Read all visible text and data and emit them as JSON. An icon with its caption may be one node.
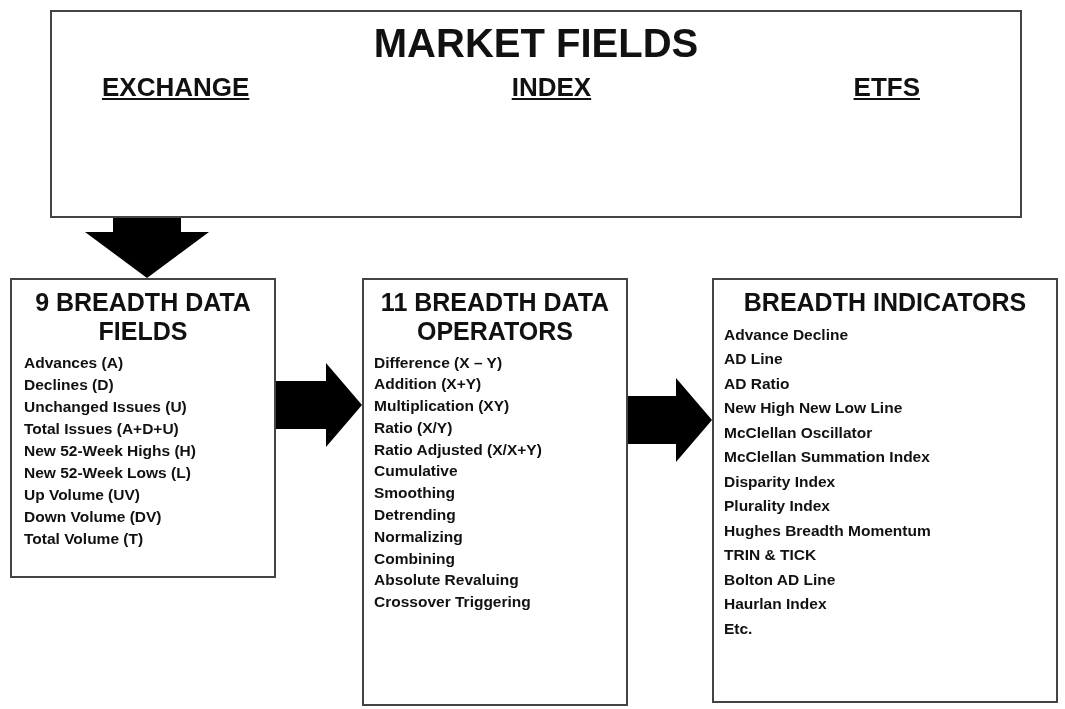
{
  "diagram": {
    "nodes": [
      {
        "text": [
          "MARKET FIELDS",
          "EXCHANGE",
          "INDEX",
          "ETFS"
        ]
      },
      {
        "text": [
          "9 BREADTH DATA FIELDS",
          "Advances (A)",
          "Declines (D)",
          "Unchanged Issues (U)",
          "Total Issues (A+D+U)",
          "New 52-Week Highs (H)",
          "New 52-Week Lows (L)",
          "Up Volume (UV)",
          "Down Volume (DV)",
          "Total Volume (T)"
        ]
      },
      {
        "text": [
          "11 BREADTH DATA OPERATORS",
          "Difference (X – Y)",
          "Addition (X+Y)",
          "Multiplication (XY)",
          "Ratio (X/Y)",
          "Ratio Adjusted (X/X+Y)",
          "Cumulative",
          "Smoothing",
          "Detrending",
          "Normalizing",
          "Combining",
          "Absolute Revaluing",
          "Crossover Triggering"
        ]
      },
      {
        "text": [
          "BREADTH INDICATORS",
          "Advance Decline",
          "AD Line",
          "AD Ratio",
          "New High New Low Line",
          "McClellan Oscillator",
          "McClellan Summation Index",
          "Disparity Index",
          "Plurality Index",
          "Hughes Breadth Momentum",
          "TRIN & TICK",
          "Bolton AD Line",
          "Haurlan Index",
          "Etc."
        ]
      }
    ],
    "edges": [
      {
        "from": 0,
        "to": 1,
        "arrow": "to",
        "style": "thick"
      },
      {
        "from": 1,
        "to": 2,
        "arrow": "to",
        "style": "thick"
      },
      {
        "from": 2,
        "to": 3,
        "arrow": "to",
        "style": "thick"
      }
    ]
  }
}
